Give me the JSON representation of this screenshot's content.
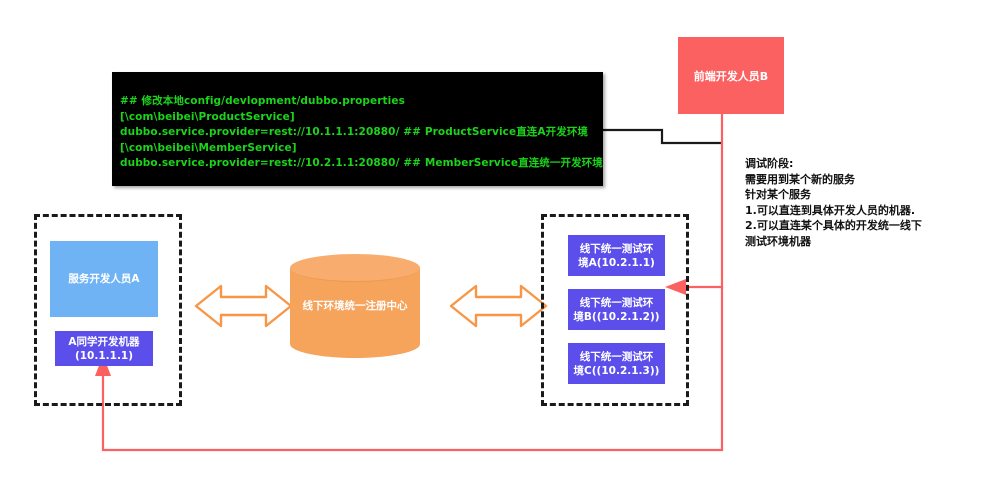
{
  "terminal": {
    "lines": [
      "## 修改本地config/devlopment/dubbo.properties",
      "[\\com\\beibei\\ProductService]",
      "dubbo.service.provider=rest://10.1.1.1:20880/ ## ProductService直连A开发环境",
      "[\\com\\beibei\\MemberService]",
      "dubbo.service.provider=rest://10.2.1.1:20880/ ## MemberService直连统一开发环境"
    ],
    "background_color": "#000000",
    "text_color": "#1bd41b"
  },
  "frontend_dev": {
    "label": "前端开发人员B",
    "color": "#fc6161"
  },
  "left_group": {
    "service_dev": {
      "label": "服务开发人员A",
      "color": "#6fb3f5"
    },
    "machine": {
      "line1": "A同学开发机器",
      "line2": "(10.1.1.1)",
      "color": "#5b4eea"
    }
  },
  "registry": {
    "label": "线下环境统一注册中心",
    "color": "#f6a35c"
  },
  "right_group": {
    "environments": [
      {
        "line1": "线下统一测试环",
        "line2": "境A(10.2.1.1)",
        "color": "#5b4eea"
      },
      {
        "line1": "线下统一测试环",
        "line2": "境B((10.2.1.2))",
        "color": "#5b4eea"
      },
      {
        "line1": "线下统一测试环",
        "line2": "境C((10.2.1.3))",
        "color": "#5b4eea"
      }
    ]
  },
  "annotation": {
    "lines": [
      "调试阶段:",
      "需要用到某个新的服务",
      "针对某个服务",
      "1.可以直连到具体开发人员的机器.",
      "2.可以直连某个具体的开发统一线下",
      "测试环境机器"
    ]
  },
  "connectors": {
    "arrow_color": "#f79646",
    "red_line_color": "#fc6161",
    "callout_color": "#1a1a1a"
  }
}
